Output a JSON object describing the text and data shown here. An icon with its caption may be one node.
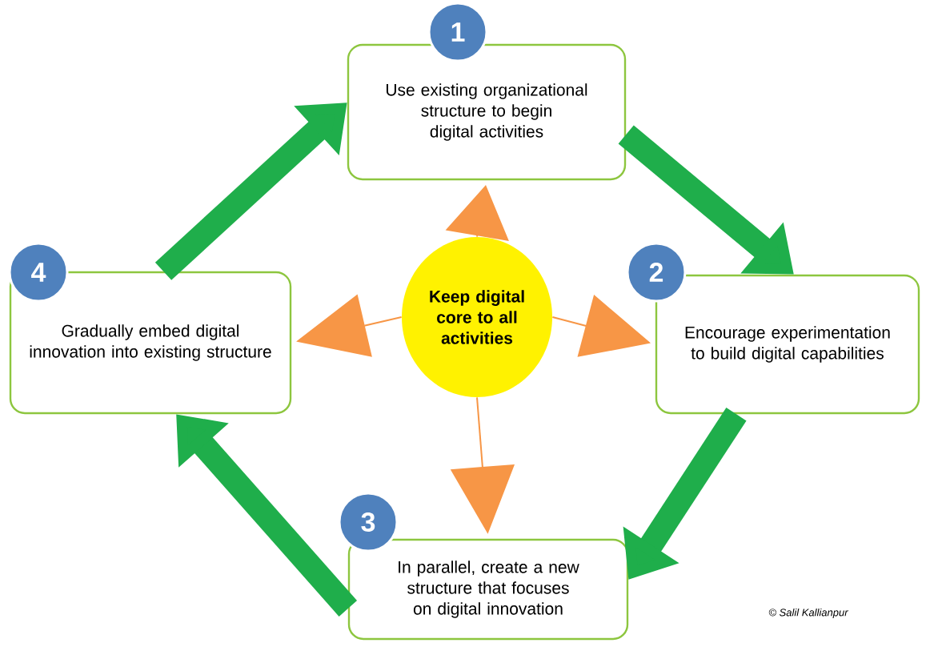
{
  "diagram": {
    "nodes": [
      {
        "text": [
          "Keep digital core to all activities"
        ]
      },
      {
        "text": [
          "Use existing organizational structure to begin digital activities"
        ]
      },
      {
        "text": [
          "1"
        ]
      },
      {
        "text": [
          "Encourage experimentation to build digital capabilities"
        ]
      },
      {
        "text": [
          "2"
        ]
      },
      {
        "text": [
          "In parallel, create a new structure that focuses on digital innovation"
        ]
      },
      {
        "text": [
          "3"
        ]
      },
      {
        "text": [
          "Gradually embed digital innovation into existing structure"
        ]
      },
      {
        "text": [
          "4"
        ]
      }
    ],
    "edges": [
      {
        "from": 0,
        "to": 1,
        "arrow": "to",
        "color": "#f79646"
      },
      {
        "from": 0,
        "to": 3,
        "arrow": "to",
        "color": "#f79646"
      },
      {
        "from": 0,
        "to": 5,
        "arrow": "to",
        "color": "#f79646"
      },
      {
        "from": 0,
        "to": 7,
        "arrow": "to",
        "color": "#f79646"
      },
      {
        "from": 1,
        "to": 3,
        "arrow": "to",
        "style": "thick",
        "color": "#1fae4b"
      },
      {
        "from": 3,
        "to": 5,
        "arrow": "to",
        "style": "thick",
        "color": "#1fae4b"
      },
      {
        "from": 5,
        "to": 7,
        "arrow": "to",
        "style": "thick",
        "color": "#1fae4b"
      },
      {
        "from": 7,
        "to": 1,
        "arrow": "to",
        "style": "thick",
        "color": "#1fae4b"
      }
    ],
    "labels": [
      "© Salil Kallianpur"
    ]
  }
}
